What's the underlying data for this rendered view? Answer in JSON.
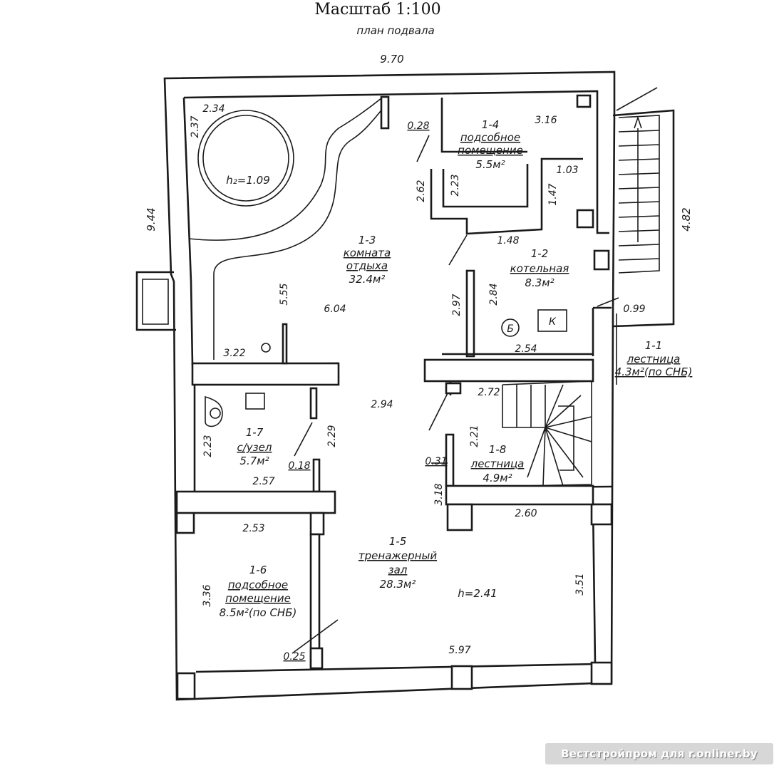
{
  "header": {
    "scale": "Масштаб 1:100",
    "subtitle": "план подвала"
  },
  "rooms": {
    "r1_1": {
      "number": "1-1",
      "name": "лестница",
      "area": "4.3м²(по СНБ)"
    },
    "r1_2": {
      "number": "1-2",
      "name": "котельная",
      "area": "8.3м²"
    },
    "r1_3": {
      "number": "1-3",
      "name1": "комната",
      "name2": "отдыха",
      "area": "32.4м²"
    },
    "r1_4": {
      "number": "1-4",
      "name1": "подсобное",
      "name2": "помещение",
      "area": "5.5м²"
    },
    "r1_5": {
      "number": "1-5",
      "name1": "тренажерный",
      "name2": "зал",
      "area": "28.3м²",
      "height": "h=2.41"
    },
    "r1_6": {
      "number": "1-6",
      "name1": "подсобное",
      "name2": "помещение",
      "area": "8.5м²(по СНБ)"
    },
    "r1_7": {
      "number": "1-7",
      "name": "с/узел",
      "area": "5.7м²"
    },
    "r1_8": {
      "number": "1-8",
      "name": "лестница",
      "area": "4.9м²"
    }
  },
  "pool_label": "h₂=1.09",
  "equipment": {
    "boiler": "Б",
    "k": "К"
  },
  "dimensions": {
    "overall_width": "9.70",
    "overall_left": "9.44",
    "stair_right": "4.82",
    "d_234": "2.34",
    "d_237": "2.37",
    "d_028": "0.28",
    "d_316": "3.16",
    "d_262": "2.62",
    "d_223a": "2.23",
    "d_103": "1.03",
    "d_147": "1.47",
    "d_148": "1.48",
    "d_555": "5.55",
    "d_604": "6.04",
    "d_297": "2.97",
    "d_284": "2.84",
    "d_099": "0.99",
    "d_322": "3.22",
    "d_254": "2.54",
    "d_294": "2.94",
    "d_272": "2.72",
    "d_223b": "2.23",
    "d_229": "2.29",
    "d_018": "0.18",
    "d_257": "2.57",
    "d_221": "2.21",
    "d_031": "0.31",
    "d_318": "3.18",
    "d_260": "2.60",
    "d_253": "2.53",
    "d_336": "3.36",
    "d_351": "3.51",
    "d_025": "0.25",
    "d_597": "5.97"
  },
  "watermark": "Вестстройпром для r.onliner.by"
}
